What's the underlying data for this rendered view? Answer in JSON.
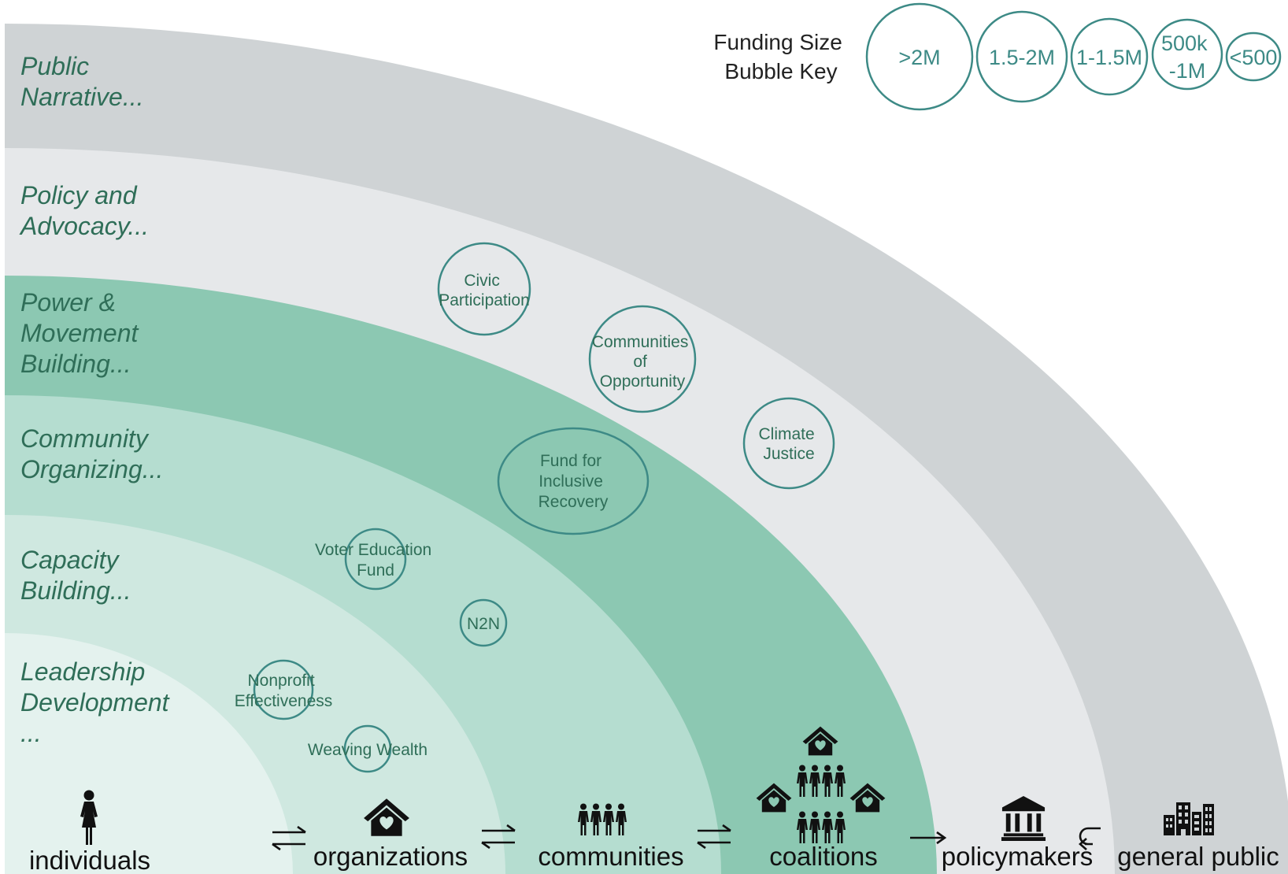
{
  "colors": {
    "band_public_narrative": "#cfd3d5",
    "band_policy": "#e6e8ea",
    "band_power": "#8cc8b2",
    "band_organizing": "#b5ddd0",
    "band_capacity": "#cfe8e0",
    "band_leadership": "#e4f2ee",
    "label_text": "#2f6e58",
    "bubble_stroke": "#3d8a86"
  },
  "bands": [
    {
      "lines": [
        "Public",
        "Narrative..."
      ]
    },
    {
      "lines": [
        "Policy and",
        "Advocacy..."
      ]
    },
    {
      "lines": [
        "Power &",
        "Movement",
        "Building..."
      ]
    },
    {
      "lines": [
        "Community",
        "Organizing..."
      ]
    },
    {
      "lines": [
        "Capacity",
        "Building..."
      ]
    },
    {
      "lines": [
        "Leadership",
        "Development",
        "..."
      ]
    }
  ],
  "legend": {
    "title_lines": [
      "Funding Size",
      "Bubble Key"
    ],
    "sizes": [
      {
        "lines": [
          ">2M"
        ]
      },
      {
        "lines": [
          "1.5-2M"
        ]
      },
      {
        "lines": [
          "1-1.5M"
        ]
      },
      {
        "lines": [
          "500k",
          "-1M"
        ]
      },
      {
        "lines": [
          "<500"
        ]
      }
    ]
  },
  "bubbles": [
    {
      "lines": [
        "Civic",
        "Participation"
      ]
    },
    {
      "lines": [
        "Communities",
        "of",
        "Opportunity"
      ]
    },
    {
      "lines": [
        "Climate",
        "Justice"
      ]
    },
    {
      "lines": [
        "Fund for",
        "Inclusive",
        "Recovery"
      ]
    },
    {
      "lines": [
        "Voter Education",
        "Fund"
      ]
    },
    {
      "lines": [
        "N2N"
      ]
    },
    {
      "lines": [
        "Nonprofit",
        "Effectiveness"
      ]
    },
    {
      "lines": [
        "Weaving Wealth"
      ]
    }
  ],
  "entities": [
    {
      "label": "individuals",
      "icon": "person-icon"
    },
    {
      "label": "organizations",
      "icon": "house-heart-icon"
    },
    {
      "label": "communities",
      "icon": "group-icon"
    },
    {
      "label": "coalitions",
      "icon": "coalition-icon"
    },
    {
      "label": "policymakers",
      "icon": "government-building-icon"
    },
    {
      "label": "general public",
      "icon": "city-buildings-icon"
    }
  ],
  "connectors": [
    {
      "type": "bidirectional",
      "icon": "double-arrow-icon"
    },
    {
      "type": "bidirectional",
      "icon": "double-arrow-icon"
    },
    {
      "type": "bidirectional",
      "icon": "double-arrow-icon"
    },
    {
      "type": "forward",
      "icon": "right-arrow-icon"
    },
    {
      "type": "return",
      "icon": "return-arrow-icon"
    }
  ]
}
